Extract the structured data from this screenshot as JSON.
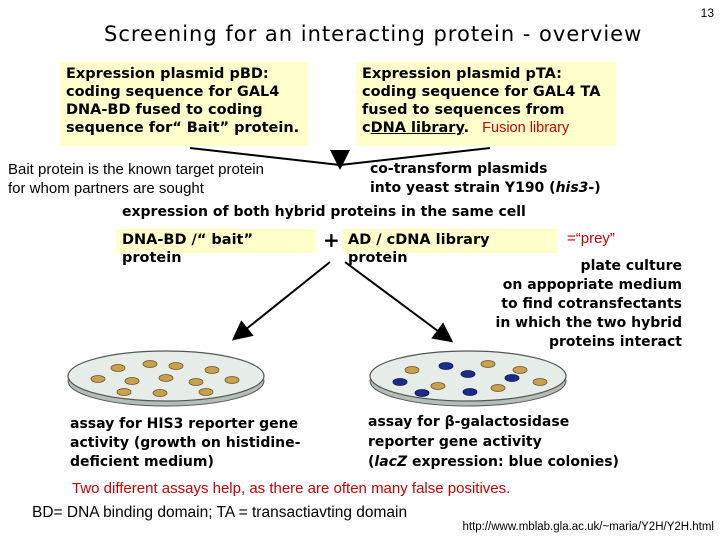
{
  "page_number": "13",
  "title": "Screening for an interacting protein - overview",
  "left_box": {
    "lines": [
      "Expression plasmid pBD:",
      "coding sequence for GAL4",
      "DNA-BD fused to coding",
      "sequence for“ Bait” protein."
    ]
  },
  "right_box": {
    "lines": [
      "Expression plasmid pTA:",
      "coding sequence for GAL4 TA",
      "fused to sequences from"
    ],
    "last_line_prefix": "c",
    "last_line_underlined": "DNA library",
    "last_line_suffix": ".",
    "fusion_label": "Fusion library"
  },
  "bait_note": [
    "Bait protein is the known target protein",
    "for whom partners are sought"
  ],
  "cotransform": {
    "line1": "co-transform plasmids",
    "line2_prefix": "into yeast strain Y190 (",
    "line2_italic": "his3",
    "line2_suffix": "-)"
  },
  "expression_line": "expression of both hybrid proteins in the same cell",
  "hybrid": {
    "bait_box": "DNA-BD /“ bait” protein",
    "plus": "+",
    "prey_box": "AD / cDNA library protein",
    "prey_label": "=“prey”"
  },
  "plate_steps": [
    "plate culture",
    "on appopriate medium",
    "to find cotransfectants",
    "in which the two hybrid",
    "proteins interact"
  ],
  "assay_left": [
    "assay for HIS3 reporter gene",
    "activity (growth on histidine-",
    "deficient medium)"
  ],
  "assay_right": {
    "line1": "assay for β-galactosidase",
    "line2": "reporter gene activity",
    "line3_prefix": "(",
    "line3_italic": "lacZ",
    "line3_suffix": " expression: blue colonies)"
  },
  "footer_red": "Two different assays help, as there are often many false positives.",
  "footer_definitions": "BD= DNA binding domain; TA = transactiavting domain",
  "source_url": "http://www.mblab.gla.ac.uk/~maria/Y2H/Y2H.html",
  "colors": {
    "box_fill": "#ffffcc",
    "accent_red": "#cc0000",
    "plate_fill": "#e6ece8",
    "colony_tan": "#c8a050",
    "colony_blue": "#1a2d8a"
  }
}
